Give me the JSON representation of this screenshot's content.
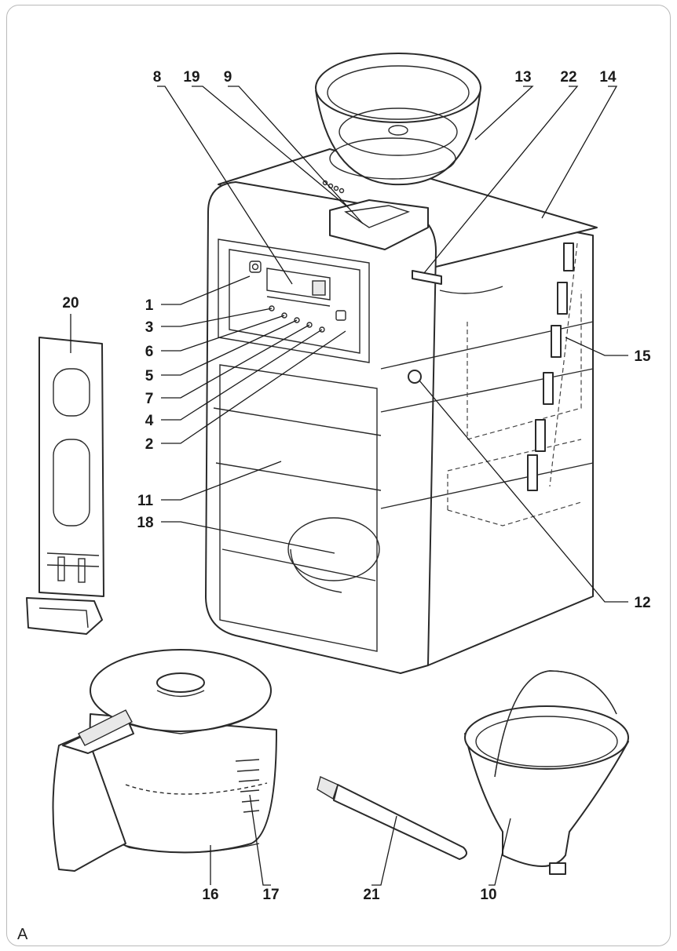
{
  "figure_letter": "A",
  "callouts": [
    {
      "id": "8",
      "label": "8"
    },
    {
      "id": "19",
      "label": "19"
    },
    {
      "id": "9",
      "label": "9"
    },
    {
      "id": "13",
      "label": "13"
    },
    {
      "id": "22",
      "label": "22"
    },
    {
      "id": "14",
      "label": "14"
    },
    {
      "id": "20",
      "label": "20"
    },
    {
      "id": "1",
      "label": "1"
    },
    {
      "id": "3",
      "label": "3"
    },
    {
      "id": "6",
      "label": "6"
    },
    {
      "id": "5",
      "label": "5"
    },
    {
      "id": "7",
      "label": "7"
    },
    {
      "id": "4",
      "label": "4"
    },
    {
      "id": "2",
      "label": "2"
    },
    {
      "id": "15",
      "label": "15"
    },
    {
      "id": "11",
      "label": "11"
    },
    {
      "id": "18",
      "label": "18"
    },
    {
      "id": "12",
      "label": "12"
    },
    {
      "id": "16",
      "label": "16"
    },
    {
      "id": "17",
      "label": "17"
    },
    {
      "id": "21",
      "label": "21"
    },
    {
      "id": "10",
      "label": "10"
    }
  ]
}
